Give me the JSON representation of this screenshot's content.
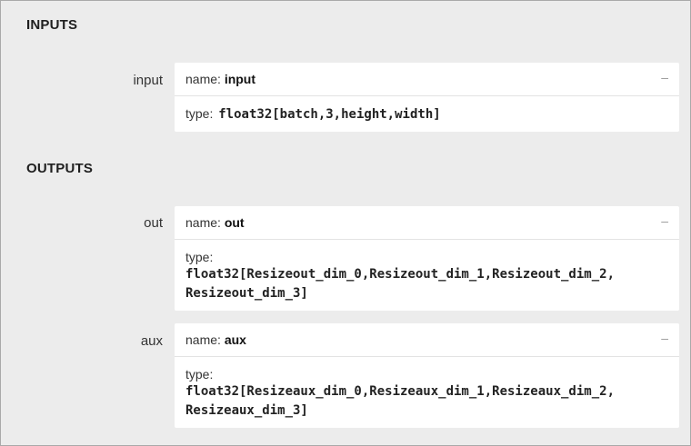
{
  "inputs": {
    "title": "INPUTS",
    "items": [
      {
        "label": "input",
        "name_prefix": "name:",
        "name": "input",
        "type_prefix": "type:",
        "type": "float32[batch,3,height,width]",
        "collapse": "–"
      }
    ]
  },
  "outputs": {
    "title": "OUTPUTS",
    "items": [
      {
        "label": "out",
        "name_prefix": "name:",
        "name": "out",
        "type_prefix": "type:",
        "type_line1": "float32[Resizeout_dim_0,Resizeout_dim_1,Resizeout_dim_2,",
        "type_line2": "Resizeout_dim_3]",
        "collapse": "–"
      },
      {
        "label": "aux",
        "name_prefix": "name:",
        "name": "aux",
        "type_prefix": "type:",
        "type_line1": "float32[Resizeaux_dim_0,Resizeaux_dim_1,Resizeaux_dim_2,",
        "type_line2": "Resizeaux_dim_3]",
        "collapse": "–"
      }
    ]
  }
}
